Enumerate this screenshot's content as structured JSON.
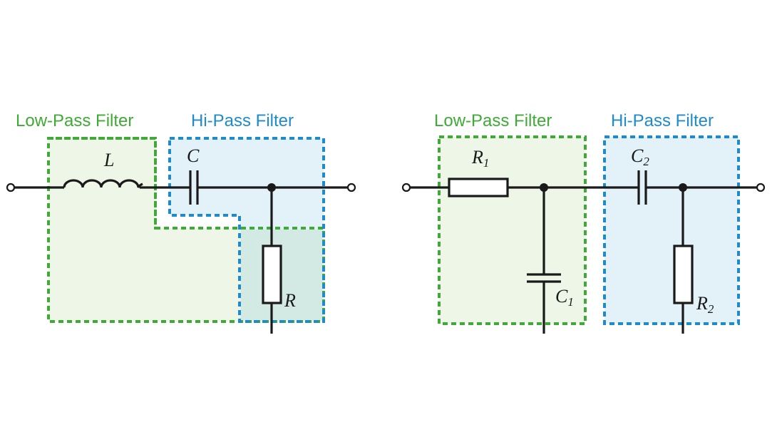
{
  "colors": {
    "low_pass": "#3faa35",
    "low_pass_fill": "#eef6e8",
    "hi_pass": "#1e8bcc",
    "hi_pass_fill": "#e3f1f9",
    "overlap_fill": "#d3e9e4"
  },
  "left_circuit": {
    "low_pass_label": "Low-Pass Filter",
    "hi_pass_label": "Hi-Pass Filter",
    "inductor_label": "L",
    "capacitor_label": "C",
    "resistor_label": "R"
  },
  "right_circuit": {
    "low_pass_label": "Low-Pass Filter",
    "hi_pass_label": "Hi-Pass Filter",
    "r1": {
      "main": "R",
      "sub": "1"
    },
    "c1": {
      "main": "C",
      "sub": "1"
    },
    "c2": {
      "main": "C",
      "sub": "2"
    },
    "r2": {
      "main": "R",
      "sub": "2"
    }
  }
}
